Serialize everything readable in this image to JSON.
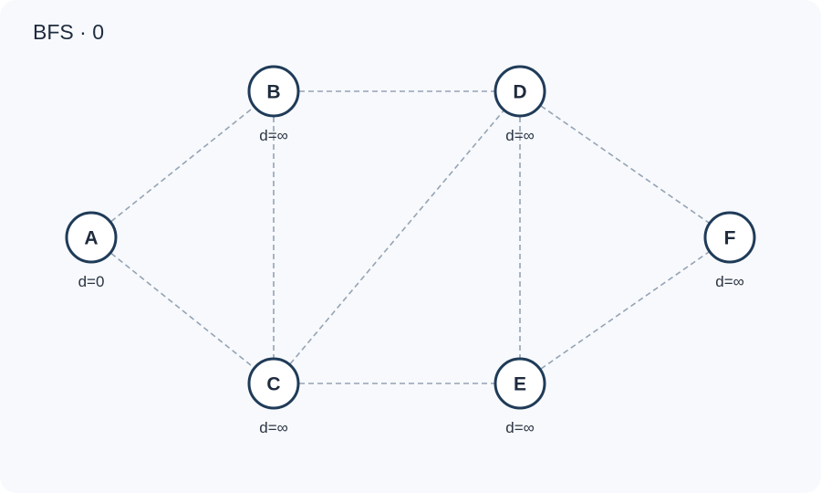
{
  "title": {
    "algorithm": "BFS",
    "separator": "·",
    "step": "0"
  },
  "colors": {
    "background": "#f7f9fc",
    "node_stroke": "#1f3b58",
    "node_fill": "#ffffff",
    "edge": "#95a3b4",
    "text": "#1e2b3d"
  },
  "graph": {
    "nodes": [
      {
        "id": "A",
        "label": "A",
        "distance": "d=0"
      },
      {
        "id": "B",
        "label": "B",
        "distance": "d=∞"
      },
      {
        "id": "C",
        "label": "C",
        "distance": "d=∞"
      },
      {
        "id": "D",
        "label": "D",
        "distance": "d=∞"
      },
      {
        "id": "E",
        "label": "E",
        "distance": "d=∞"
      },
      {
        "id": "F",
        "label": "F",
        "distance": "d=∞"
      }
    ],
    "edges": [
      {
        "from": "A",
        "to": "B"
      },
      {
        "from": "A",
        "to": "C"
      },
      {
        "from": "B",
        "to": "C"
      },
      {
        "from": "B",
        "to": "D"
      },
      {
        "from": "C",
        "to": "D"
      },
      {
        "from": "C",
        "to": "E"
      },
      {
        "from": "D",
        "to": "E"
      },
      {
        "from": "D",
        "to": "F"
      },
      {
        "from": "E",
        "to": "F"
      }
    ]
  }
}
